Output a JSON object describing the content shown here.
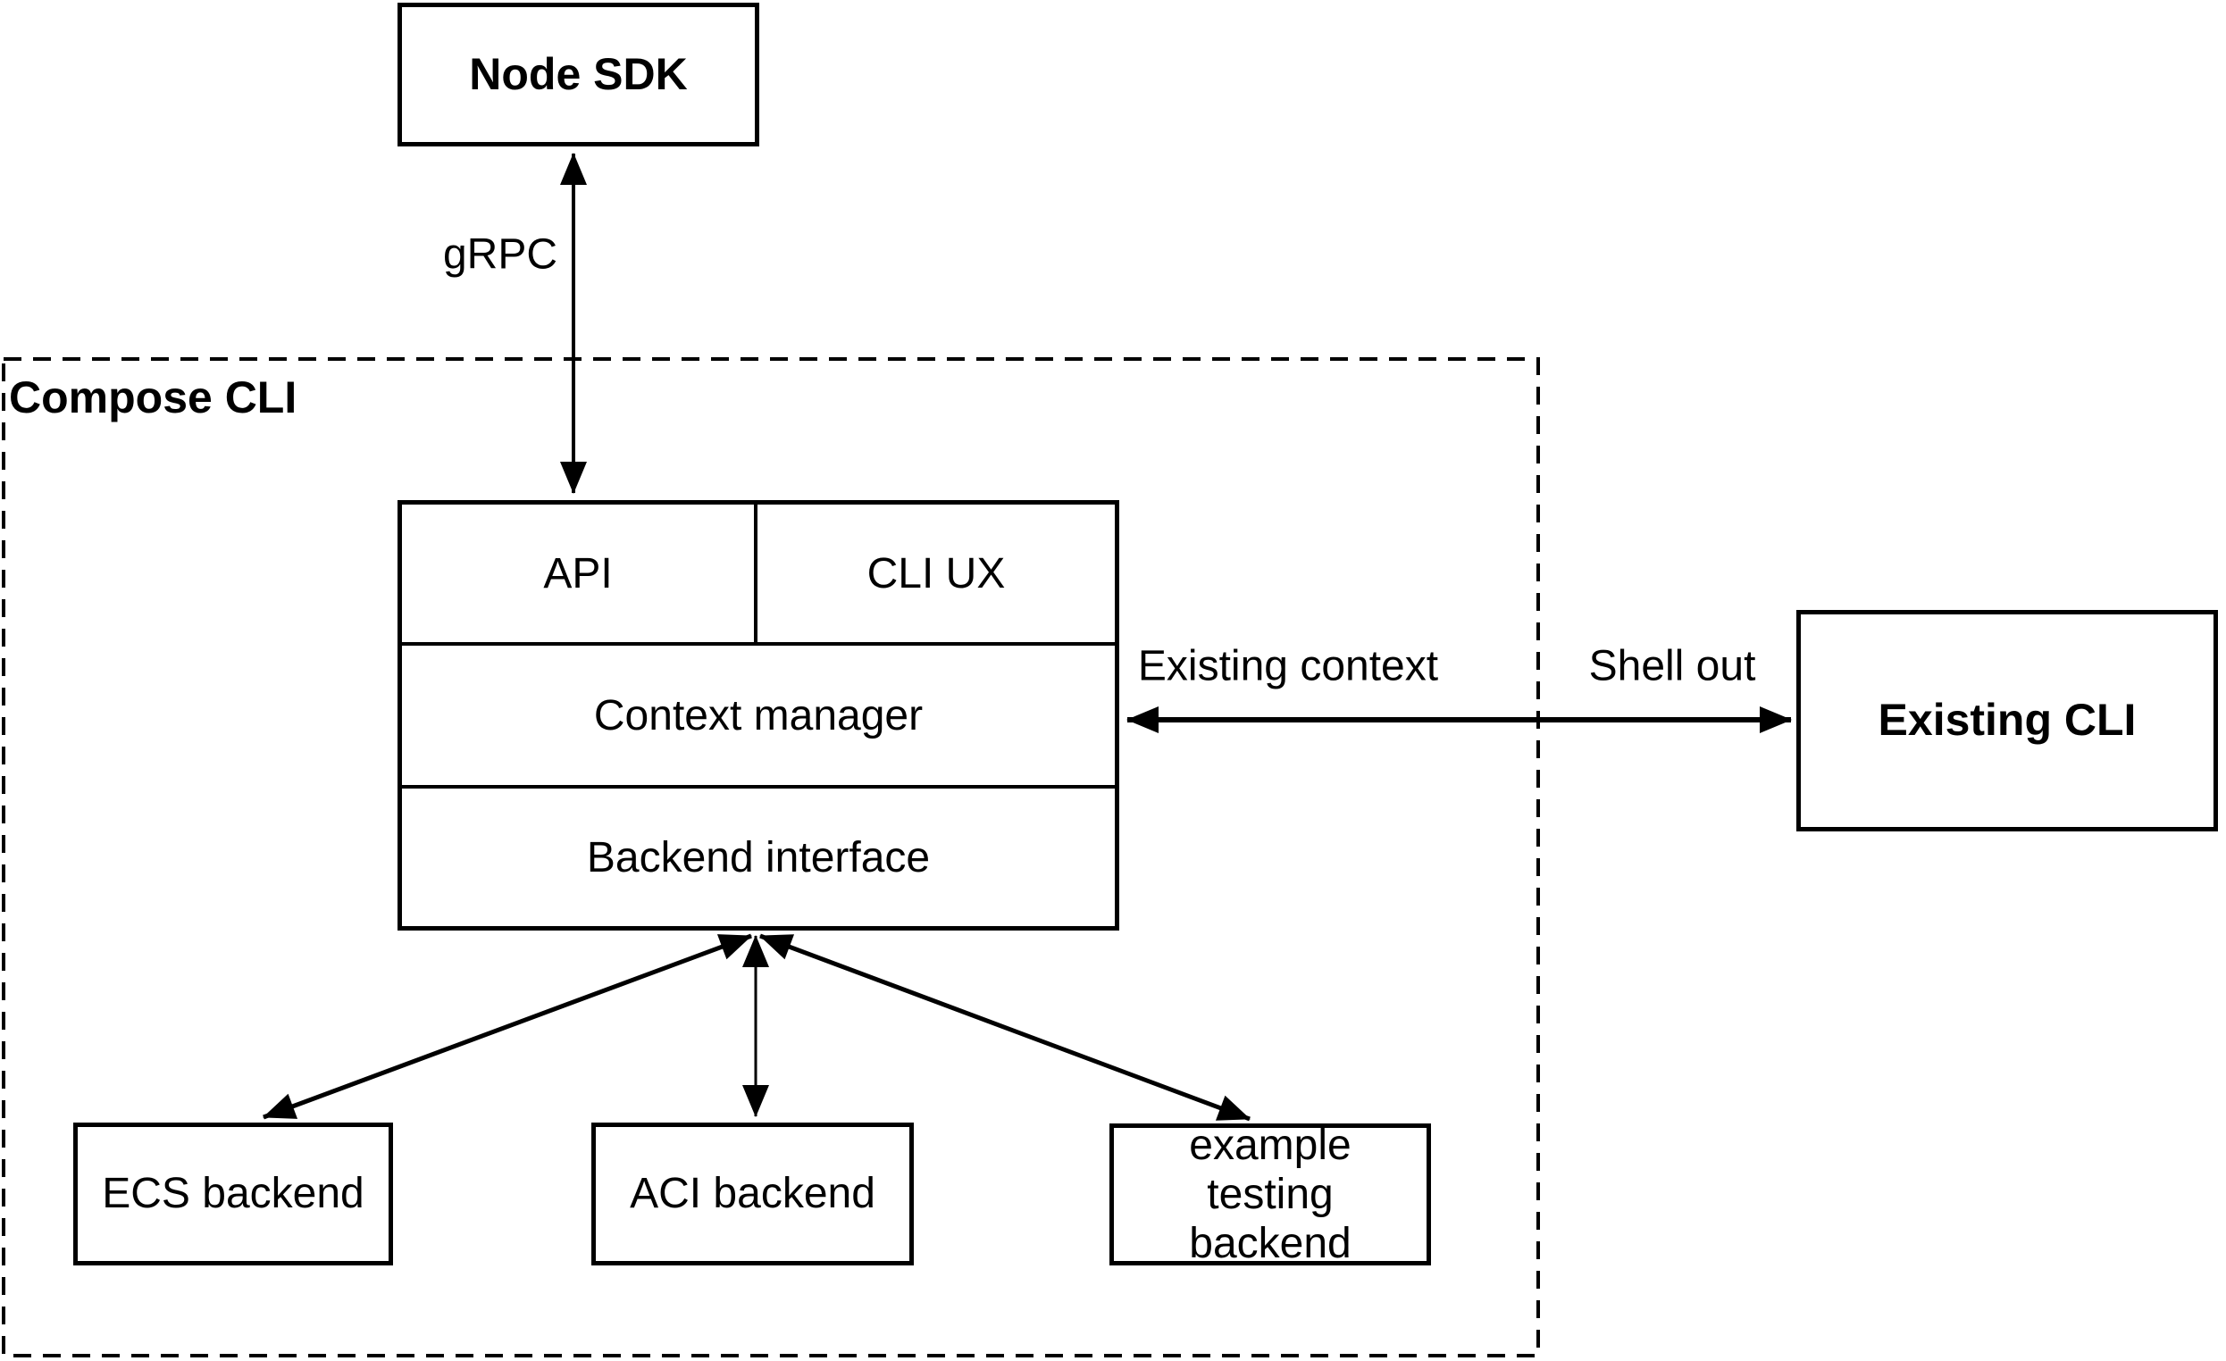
{
  "nodes": {
    "node_sdk": "Node SDK",
    "compose_cli": "Compose CLI",
    "api": "API",
    "cli_ux": "CLI UX",
    "context_manager": "Context manager",
    "backend_interface": "Backend interface",
    "existing_cli": "Existing CLI",
    "ecs_backend": "ECS backend",
    "aci_backend": "ACI backend",
    "example_testing_backend": "example testing backend"
  },
  "edge_labels": {
    "grpc": "gRPC",
    "existing_context": "Existing context",
    "shell_out": "Shell out"
  },
  "colors": {
    "line": "#000000",
    "text": "#000000",
    "background": "#ffffff"
  }
}
